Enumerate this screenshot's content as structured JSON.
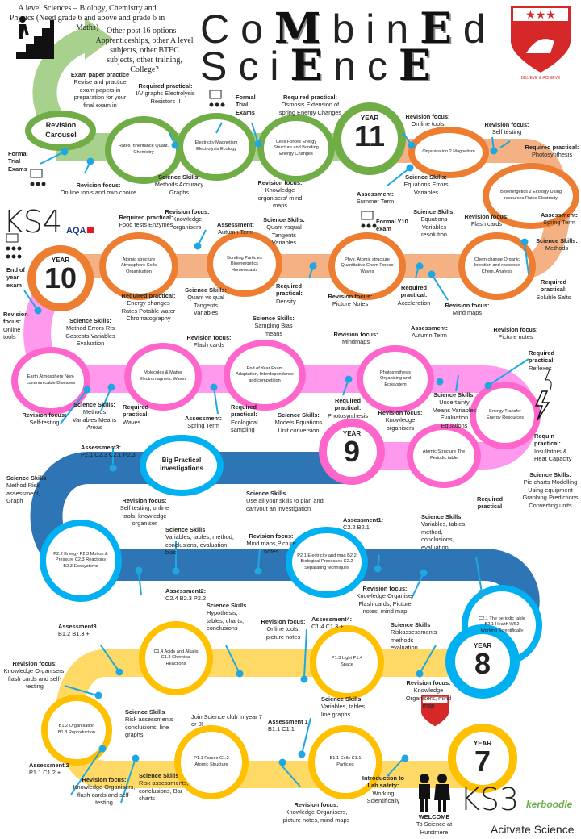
{
  "header": {
    "a_level": "A level Sciences – Biology, Chemistry and Physics (Need grade 6 and above and grade 6 in Maths)",
    "post16": "Other post 16 options – Apprenticeships, other A level subjects, other BTEC subjects, other training, College?",
    "title_line1": [
      "C",
      "o",
      "M",
      "b",
      "i",
      "n",
      "E",
      "d"
    ],
    "title_line2": [
      "S",
      "c",
      "i",
      "E",
      "n",
      "c",
      "E"
    ],
    "logo_motto": "BELIEVE & ACHIEVE"
  },
  "colors": {
    "y11": "#70ad47",
    "y10": "#ed7d31",
    "y9": "#ff66cc",
    "y8": "#00b0f0",
    "y7": "#ffc000",
    "connector": "#1ea7e1"
  },
  "y11": {
    "year": "YEAR",
    "num": "11",
    "carousel": "Revision Carousel",
    "circles": [
      "Rates Inheritance Quant. Chemistry",
      "Electricity Magnetism Electrolysis Ecology",
      "Cells Forces Energy Structure and Bonding Energy Changes",
      "Organisation 2 Magnetism",
      "Bioenergetics 2 Ecology Using resources Rates Electricity"
    ],
    "items": [
      {
        "h": "Exam paper practice",
        "b": "Revise and practice exam papers in preparation for your final exam in"
      },
      {
        "h": "Required practical:",
        "b": "I/V graphs Electrolysis Resistors II"
      },
      {
        "h": "Formal Trial Exams",
        "b": ""
      },
      {
        "h": "Required practical:",
        "b": "Osmosis Extension of spring Energy Changes"
      },
      {
        "h": "Revision focus:",
        "b": "On line tools"
      },
      {
        "h": "Revision focus:",
        "b": "Self testing"
      },
      {
        "h": "Required practical:",
        "b": "Photosynthesis"
      },
      {
        "h": "Formal Trial Exams",
        "b": ""
      },
      {
        "h": "Revision focus:",
        "b": "On line tools and own choice"
      },
      {
        "h": "Science Skills:",
        "b": "Methods Accuracy Graphs"
      },
      {
        "h": "Revision focus:",
        "b": "Knowledge organisers"
      },
      {
        "h": "Revision focus:",
        "b": "Knowledge organisers/ mind maps"
      },
      {
        "h": "Assessment:",
        "b": "Summer Term"
      },
      {
        "h": "Science Skills:",
        "b": "Equations Errors Variables"
      },
      {
        "h": "Assessment:",
        "b": "Autumn Term"
      },
      {
        "h": "Science Skills:",
        "b": "Quant vsqual Tangents Variables"
      },
      {
        "h": "Formal Y10 exam",
        "b": ""
      },
      {
        "h": "Science Skills:",
        "b": "Equations Variables resolution"
      },
      {
        "h": "Revision focus:",
        "b": "Flash cards"
      },
      {
        "h": "Assessment:",
        "b": "Spring Term"
      },
      {
        "h": "Science Skills:",
        "b": "Methods"
      }
    ]
  },
  "y10": {
    "year": "YEAR",
    "num": "10",
    "ks4": "KS4",
    "aqa": "AQA",
    "circles": [
      "Atomic structure Atmosphere Cells Organisation",
      "Bonding Particles Bioenergetics Homeostasis",
      "Phys. Atomic structure Quantitative Chem Forces Waves",
      "Chem change Organic Infection and response Chem. Analysis"
    ],
    "items": [
      {
        "h": "Required practical:",
        "b": "Food tests Enzymes"
      },
      {
        "h": "End of year exam",
        "b": ""
      },
      {
        "h": "Required practical:",
        "b": "Energy changes Rates Potable water Chromatography"
      },
      {
        "h": "Science Skills:",
        "b": "Quant vs qual Tangents Variables"
      },
      {
        "h": "Required practical:",
        "b": "Density"
      },
      {
        "h": "Revision focus:",
        "b": "Picture Notes"
      },
      {
        "h": "Required practical:",
        "b": "Acceleration"
      },
      {
        "h": "Revision focus:",
        "b": "Mind maps"
      },
      {
        "h": "Required practical:",
        "b": "Soluble Salts"
      },
      {
        "h": "Revision focus:",
        "b": "Online tools"
      },
      {
        "h": "Science Skills:",
        "b": "Method Errors Rfs Gastests Variables Evaluation"
      },
      {
        "h": "Science Skills:",
        "b": "Sampling Bias means"
      },
      {
        "h": "Revision focus:",
        "b": "Flash cards"
      },
      {
        "h": "Revision focus:",
        "b": "Mindmaps"
      },
      {
        "h": "Assessment:",
        "b": "Autumn Term"
      },
      {
        "h": "Revision focus:",
        "b": "Picture notes"
      }
    ]
  },
  "y9": {
    "year": "YEAR",
    "num": "9",
    "circles": [
      "Earth Atmosphere Non-communicable Diseases",
      "Molecules & Matter Electromagnetic Waves",
      "End of Year Exam Adaptation, Interdependence and competition",
      "Photosynthesis Organising and Ecosystem",
      "Energy Transfer Energy Resources",
      "Atomic Structure The Periodic table"
    ],
    "items": [
      {
        "h": "Required practical:",
        "b": "Reflexes"
      },
      {
        "h": "Revision focus:",
        "b": "Self-testing"
      },
      {
        "h": "Science Skills:",
        "b": "Methods Variables Means Areas"
      },
      {
        "h": "Required practical:",
        "b": "Waves"
      },
      {
        "h": "Assessment:",
        "b": "Spring Term"
      },
      {
        "h": "Required practical:",
        "b": "Ecological sampling"
      },
      {
        "h": "Science Skills:",
        "b": "Models Equations Unit conversion"
      },
      {
        "h": "Required practical:",
        "b": "Photosynthesis"
      },
      {
        "h": "Revision focus:",
        "b": "Knowledge organisers"
      },
      {
        "h": "Science Skills:",
        "b": "Uncertainty Means Variables Evaluation Equations"
      },
      {
        "h": "Requin practical:",
        "b": "Insulbitors & Heat Capacity"
      },
      {
        "h": "Science Skills:",
        "b": "Pie charts Modelling Using equipment Graphing Predictions Converting units"
      },
      {
        "h": "Required practical",
        "b": ""
      },
      {
        "h": "Assessment3:",
        "b": "P2.1 C2.3 C2.1 P2.3"
      }
    ]
  },
  "y8": {
    "year": "YEAR",
    "num": "8",
    "big_practical": "Big Practical investigations",
    "circles": [
      "P2.2 Energy P2.3 Motion & Pressure C2.3 Reactions B2.3 Ecosystems",
      "P2.1 Electricity and mag B2.2 Biological Processes C2.2 Separating techniques",
      "C2.1 The periodic table B2.1 Health WS2 Working Scientifically"
    ],
    "items": [
      {
        "h": "Science Skills",
        "b": "Method,Risk assessment, Graph"
      },
      {
        "h": "Revision focus:",
        "b": "Self testing, online tools, knowledge organiser"
      },
      {
        "h": "Science Skills",
        "b": "Use all your skills to plan and carryout an investigation"
      },
      {
        "h": "Assessment1:",
        "b": "C2.2 B2.1"
      },
      {
        "h": "Science Skills",
        "b": "Variables, tables, method, conclusions, evaluation"
      },
      {
        "h": "Science Skills",
        "b": "Variables, tables, method, conclusions, evaluation, bias"
      },
      {
        "h": "Revision focus:",
        "b": "Mind maps,Picture notes"
      },
      {
        "h": "Assessment2:",
        "b": "C2.4 B2.3 P2.2"
      },
      {
        "h": "Revision focus:",
        "b": "Knowledge Organiser Flash cards, Picture notes, mind map"
      },
      {
        "h": "Science Skills",
        "b": "Hypothesis, tables, charts, conclusions"
      },
      {
        "h": "Revision focus:",
        "b": "Online tools, picture notes"
      },
      {
        "h": "Assessment4:",
        "b": "C1.4 C1.3 +"
      },
      {
        "h": "Science Skills",
        "b": "Riskassessments methods evaluation"
      },
      {
        "h": "Assessment3",
        "b": "B1.2 B1.3 +"
      },
      {
        "h": "Revision focus:",
        "b": "Knowledge Organisers, flash cards and self-testing"
      },
      {
        "h": "Revision focus:",
        "b": "Knowledge Organisers, mind map"
      }
    ]
  },
  "y7": {
    "year": "YEAR",
    "num": "7",
    "ks3": "KS3",
    "kerboodle": "kerboodle",
    "activate": "Acitvate Science",
    "circles": [
      "C1.4 Acids and Alkalis C1.3 Chemical Reactions",
      "P1.3 Light P1.4 Space",
      "B1.2 Organisation B1.3 Reproduction",
      "P1.1 Forces C1.2 Atomic Structure",
      "B1.1 Cells C1.1 Particles"
    ],
    "club": "Join Science club in year 7 or 8!",
    "items": [
      {
        "h": "Science Skills",
        "b": "Risk assessments conclusions, line graphs"
      },
      {
        "h": "Science Skills",
        "b": "Variables, tables, line graphs"
      },
      {
        "h": "Assessment 1",
        "b": "B1.1 C1.1"
      },
      {
        "h": "Assessment 2",
        "b": "P1.1 C1.2 +"
      },
      {
        "h": "Revision focus:",
        "b": "Knowledge Organisers, flash cards and self-testing"
      },
      {
        "h": "Science Skills",
        "b": "Risk assessments, conclusions, Bar charts"
      },
      {
        "h": "Revision focus:",
        "b": "Knowledge Organisers, picture notes, mind maps"
      },
      {
        "h": "Introduction to Lab safety:",
        "b": "Working Scientifically"
      },
      {
        "h": "WELCOME",
        "b": "To Science at Hurstmere"
      }
    ]
  }
}
